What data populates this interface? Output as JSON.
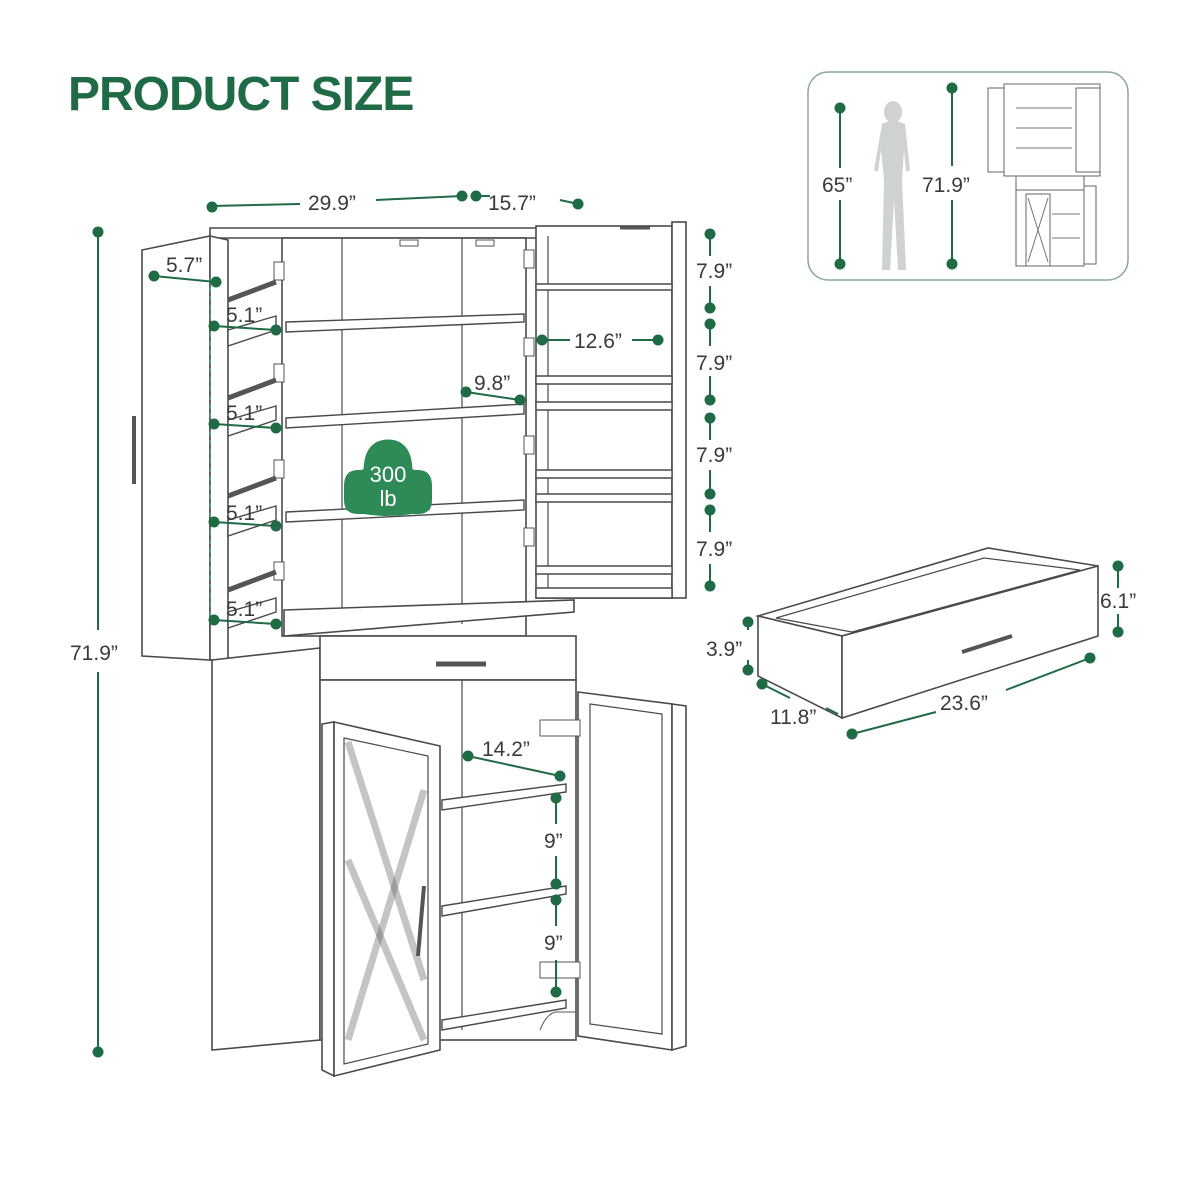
{
  "title": "PRODUCT SIZE",
  "cabinet": {
    "height": "71.9”",
    "width": "29.9”",
    "depth": "15.7”",
    "left_door_depth": "5.7”",
    "left_door_gaps": [
      "5.1”",
      "5.1”",
      "5.1”",
      "5.1”"
    ],
    "right_door_width": "12.6”",
    "right_door_gaps": [
      "7.9”",
      "7.9”",
      "7.9”",
      "7.9”"
    ],
    "shelf_depth": "9.8”",
    "weight_capacity": {
      "value": "300",
      "unit": "lb"
    },
    "lower_shelf_depth": "14.2”",
    "lower_shelf_gaps": [
      "9”",
      "9”"
    ]
  },
  "drawer": {
    "height_outer": "6.1”",
    "height_inner": "3.9”",
    "depth": "11.8”",
    "width": "23.6”"
  },
  "comparison": {
    "person_height": "65”",
    "cabinet_height": "71.9”"
  },
  "colors": {
    "accent": "#1f6b46",
    "line": "#4a4a4a",
    "weight_badge": "#2e8b57"
  }
}
